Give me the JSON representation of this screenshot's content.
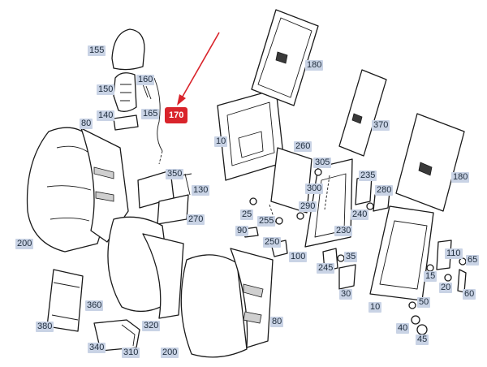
{
  "accent_color": "#d9242b",
  "label_bg_color": "#c9d3e5",
  "highlight": {
    "part_number": "170"
  },
  "part_labels": [
    "155",
    "160",
    "150",
    "165",
    "140",
    "80",
    "10",
    "180",
    "370",
    "260",
    "305",
    "235",
    "280",
    "350",
    "130",
    "300",
    "290",
    "240",
    "180",
    "25",
    "255",
    "270",
    "90",
    "230",
    "250",
    "100",
    "245",
    "35",
    "110",
    "65",
    "15",
    "20",
    "60",
    "30",
    "10",
    "50",
    "200",
    "380",
    "360",
    "320",
    "340",
    "310",
    "200",
    "80",
    "40",
    "45"
  ]
}
